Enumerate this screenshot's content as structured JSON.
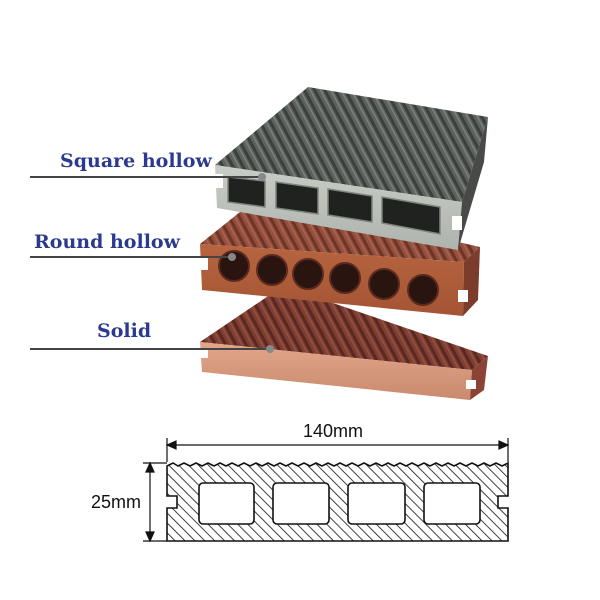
{
  "labels": {
    "square_hollow": "Square hollow",
    "round_hollow": "Round hollow",
    "solid": "Solid"
  },
  "dimensions": {
    "width": "140mm",
    "thickness": "25mm"
  },
  "colors": {
    "label_text": "#2b3a8c",
    "grey_board": "#5d615d",
    "red_board": "#8a4a3a",
    "brown_board": "#7a3a30"
  }
}
